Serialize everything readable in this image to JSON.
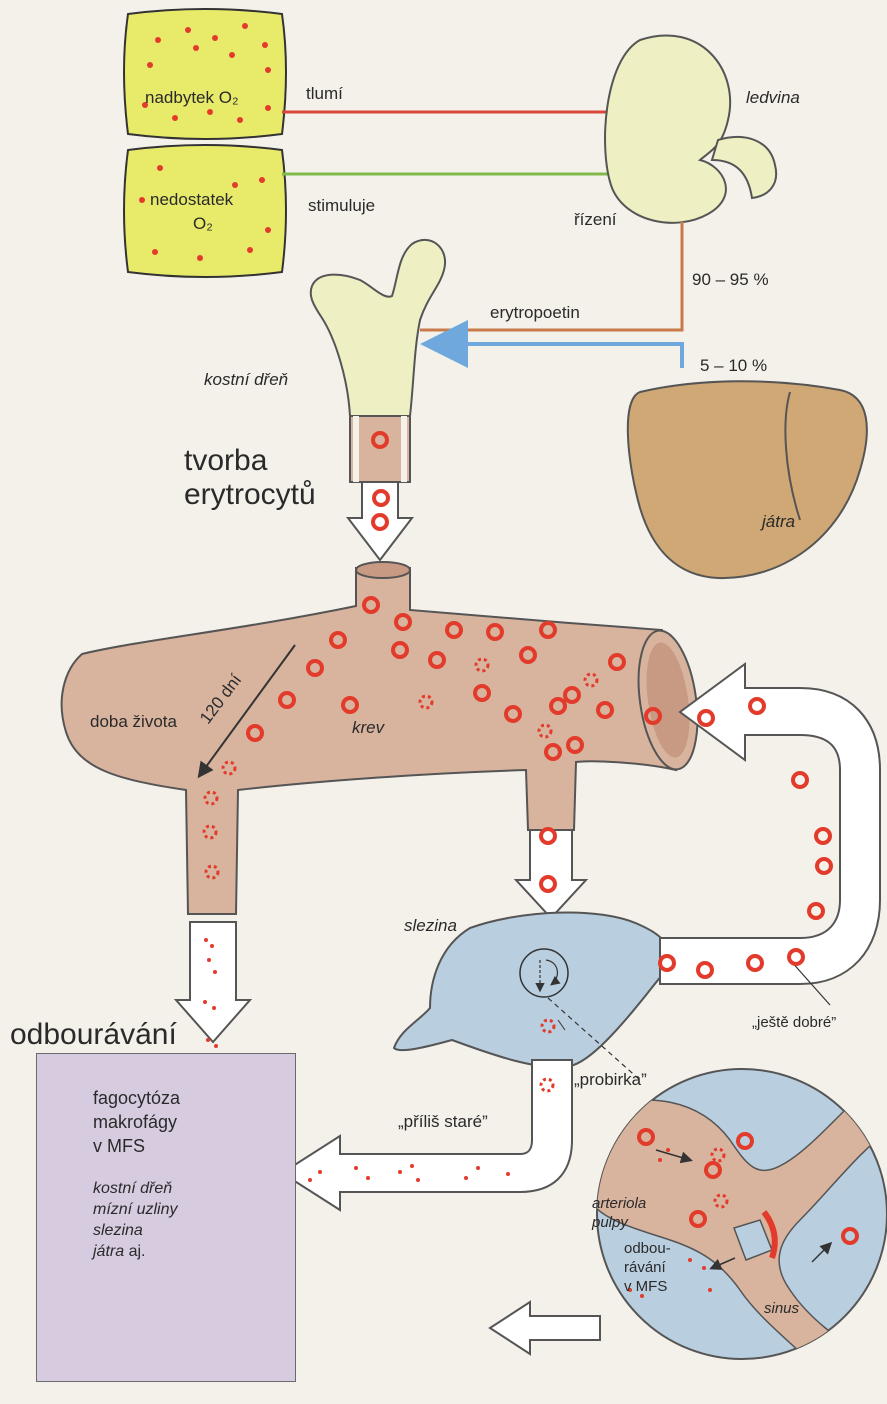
{
  "labels": {
    "excess_o2": "nadbytek O₂",
    "deficit_o2_line1": "nedostatek",
    "deficit_o2_line2": "O₂",
    "inhibits": "tlumí",
    "stimulates": "stimuluje",
    "kidney": "ledvina",
    "control": "řízení",
    "pct_kidney": "90 – 95 %",
    "pct_liver": "5 – 10 %",
    "erythropoietin": "erytropoetin",
    "bone_marrow": "kostní dřeň",
    "formation_line1": "tvorba",
    "formation_line2": "erytrocytů",
    "liver": "játra",
    "lifespan": "doba života",
    "days": "120 dní",
    "blood": "krev",
    "spleen": "slezina",
    "still_good": "„ještě dobré”",
    "degradation": "odbourávání",
    "test_tube": "„probirka”",
    "too_old": "„příliš staré”",
    "arteriole_line1": "arteriola",
    "arteriole_line2": "pulpy",
    "mfs_degr_line1": "odbou-",
    "mfs_degr_line2": "rávání",
    "mfs_degr_line3": "v MFS",
    "sinus": "sinus"
  },
  "box": {
    "line1": "fagocytóza",
    "line2": "makrofágy",
    "line3": "v MFS",
    "sites_line1": "kostní dřeň",
    "sites_line2": "mízní uzliny",
    "sites_line3": "slezina",
    "sites_line4_italic": "játra",
    "sites_line4_rest": " aj."
  },
  "colors": {
    "yellow_box": "#e8ea6a",
    "organ_pale": "#eef0c4",
    "blood_vessel": "#d8b39e",
    "liver": "#cfa875",
    "spleen": "#b9cfe0",
    "cell_red": "#e23b2b",
    "inhibit_line": "#d9473a",
    "stimulate_line": "#7fba4a",
    "liver_line": "#6fa8dc",
    "kidney_line": "#c87a4a",
    "macrophage_box": "#d7cbe0"
  }
}
